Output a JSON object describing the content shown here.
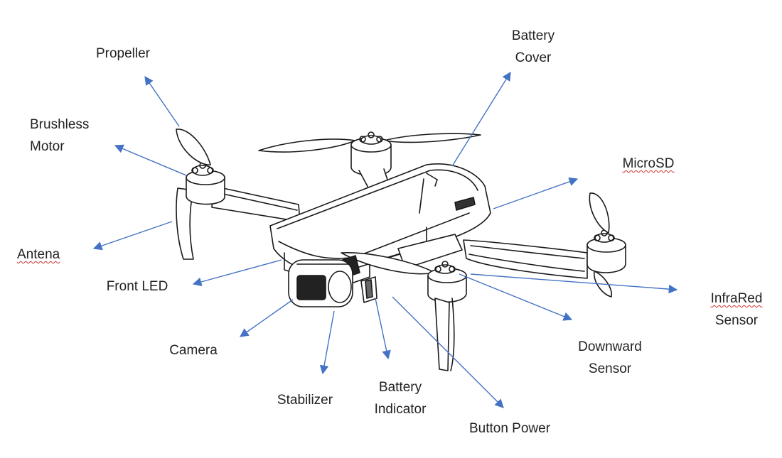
{
  "colors": {
    "arrow": "#4472c4",
    "outline": "#1a1a1a",
    "spellcheck": "#d03030"
  },
  "labels": {
    "propeller": "Propeller",
    "brushless_1": "Brushless",
    "brushless_2": "Motor",
    "antena": "Antena",
    "front_led": "Front LED",
    "camera": "Camera",
    "stabilizer": "Stabilizer",
    "battery_indicator_1": "Battery",
    "battery_indicator_2": "Indicator",
    "button_power": "Button Power",
    "downward_1": "Downward",
    "downward_2": "Sensor",
    "infrared_1": "InfraRed",
    "infrared_2": "Sensor",
    "microsd": "MicroSD",
    "battery_cover_1": "Battery",
    "battery_cover_2": "Cover"
  }
}
